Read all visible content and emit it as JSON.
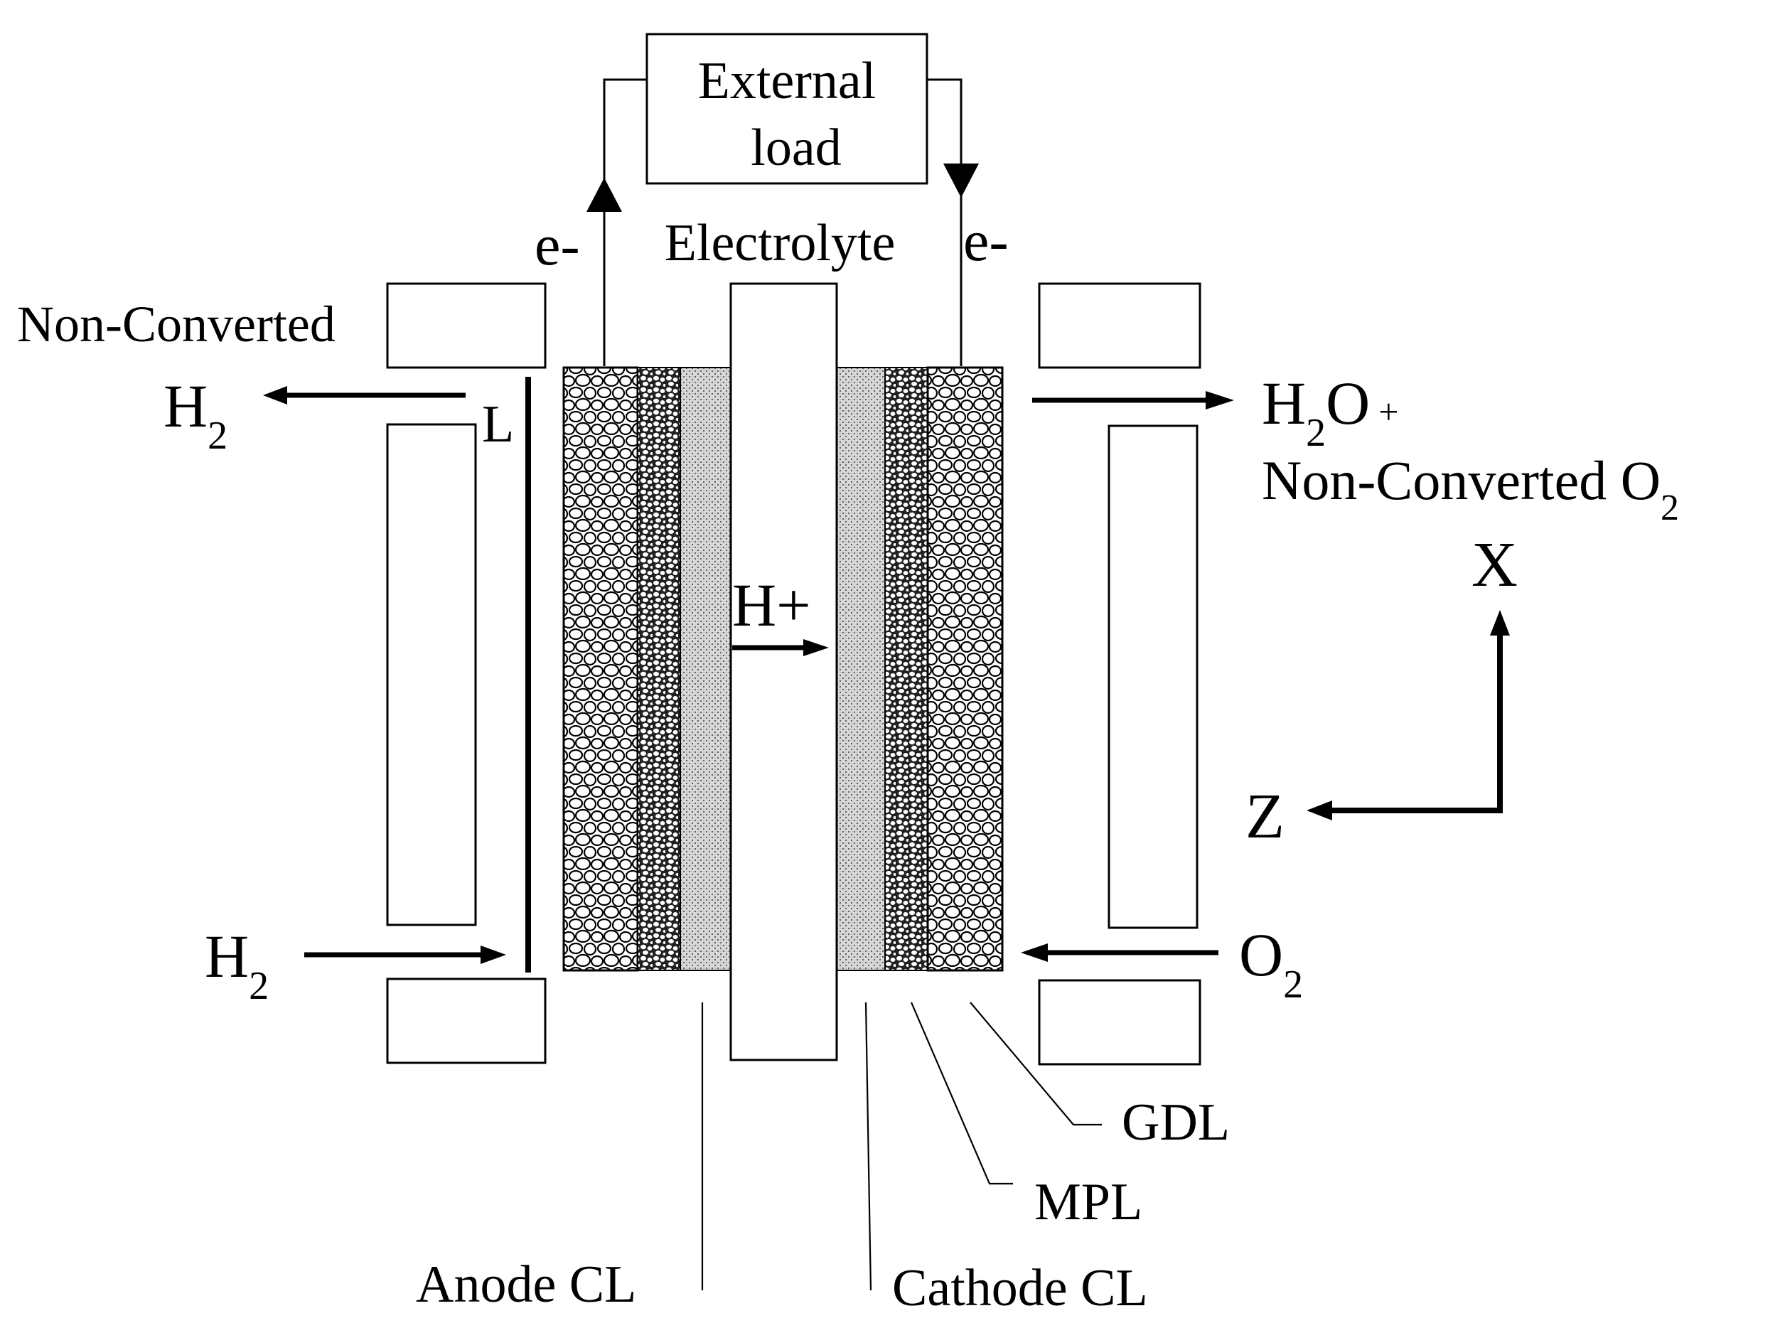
{
  "labels": {
    "external_load_line1": "External",
    "external_load_line2": "load",
    "electron_left": "e-",
    "electron_right": "e-",
    "electrolyte": "Electrolyte",
    "non_converted": "Non-Converted",
    "h2_outlet_h": "H",
    "h2_outlet_sub": "2",
    "length": "L",
    "h2o_h": "H",
    "h2o_sub": "2",
    "h2o_o_plus": "O",
    "plus": "+",
    "non_converted_o2_text": "Non-Converted O",
    "non_converted_o2_sub": "2",
    "x_axis": "X",
    "z_axis": "Z",
    "proton": "H+",
    "h2_inlet_h": "H",
    "h2_inlet_sub": "2",
    "o2_inlet_o": "O",
    "o2_inlet_sub": "2",
    "gdl": "GDL",
    "mpl": "MPL",
    "anode_cl": "Anode CL",
    "cathode_cl": "Cathode CL"
  },
  "colors": {
    "ink": "#000000",
    "background": "#ffffff",
    "cl_fill": "#cfcfcf"
  }
}
